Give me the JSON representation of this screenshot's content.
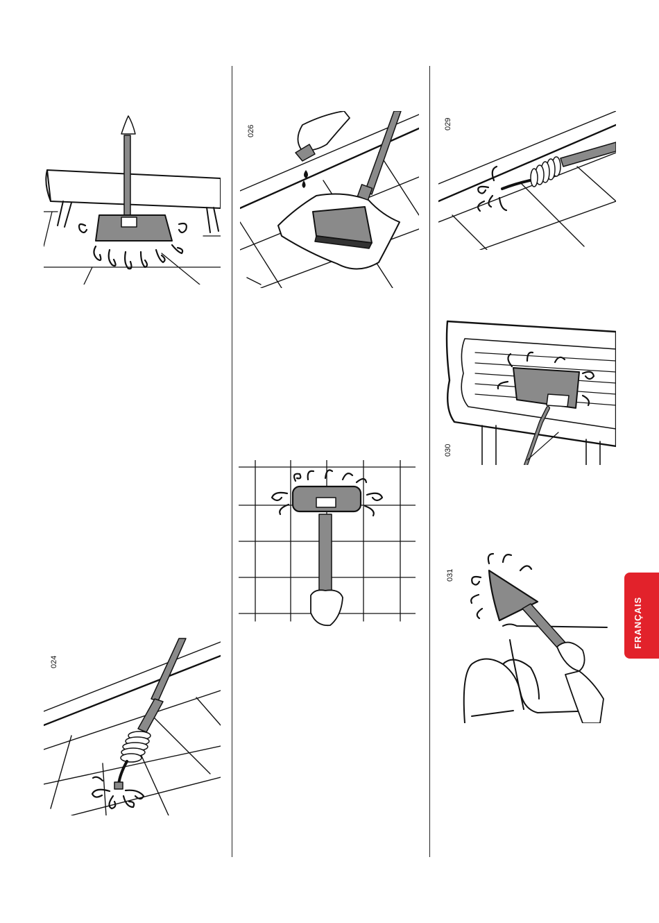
{
  "figures": {
    "fig024": "024",
    "fig026": "026",
    "fig029": "029",
    "fig030": "030",
    "fig031": "031"
  },
  "language_tab": "FRANÇAIS",
  "colors": {
    "accent": "#e2222b",
    "line": "#111111",
    "tool_fill": "#8a8a8a",
    "tile_line": "#555555"
  }
}
